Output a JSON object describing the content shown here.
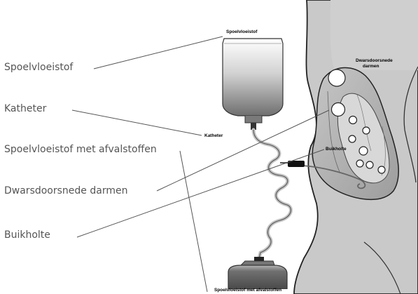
{
  "left_labels": {
    "rinse_fluid": "Spoelvloeistof",
    "catheter": "Katheter",
    "rinse_fluid_waste": "Spoelvloeistof met afvalstoffen",
    "intestine_cross_section": "Dwarsdoorsnede darmen",
    "abdominal_cavity": "Buikholte"
  },
  "figure_labels": {
    "rinse_fluid": "Spoelvloeistof",
    "catheter": "Katheter",
    "intestine_cross_section_line1": "Dwarsdoorsnede",
    "intestine_cross_section_line2": "darmen",
    "abdominal_cavity": "Buikholte",
    "rinse_fluid_waste": "Spoelvloeistof met afvalstoffen"
  }
}
